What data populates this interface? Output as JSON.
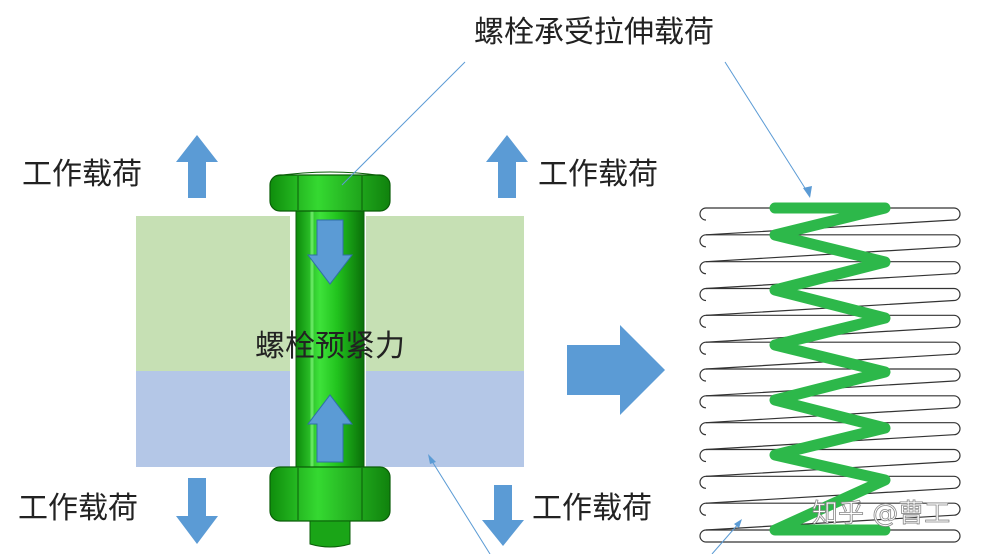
{
  "labels": {
    "bolt_tension_load": "螺栓承受拉伸载荷",
    "working_load_top_left": "工作载荷",
    "working_load_top_right": "工作载荷",
    "working_load_bottom_left": "工作载荷",
    "working_load_bottom_right": "工作载荷",
    "bolt_preload": "螺栓预紧力",
    "watermark": "知乎 @曹工"
  },
  "colors": {
    "clamp_upper": "#c6e0b4",
    "clamp_lower": "#b4c7e7",
    "bolt_green": "#22c41e",
    "bolt_dark": "#0d7a0b",
    "spring_green": "#2db84a",
    "arrow_blue": "#5b9bd5",
    "leader_blue": "#5b9bd5"
  },
  "icons": {
    "load_arrow": "arrow-icon",
    "transform_arrow": "right-arrow-icon"
  }
}
